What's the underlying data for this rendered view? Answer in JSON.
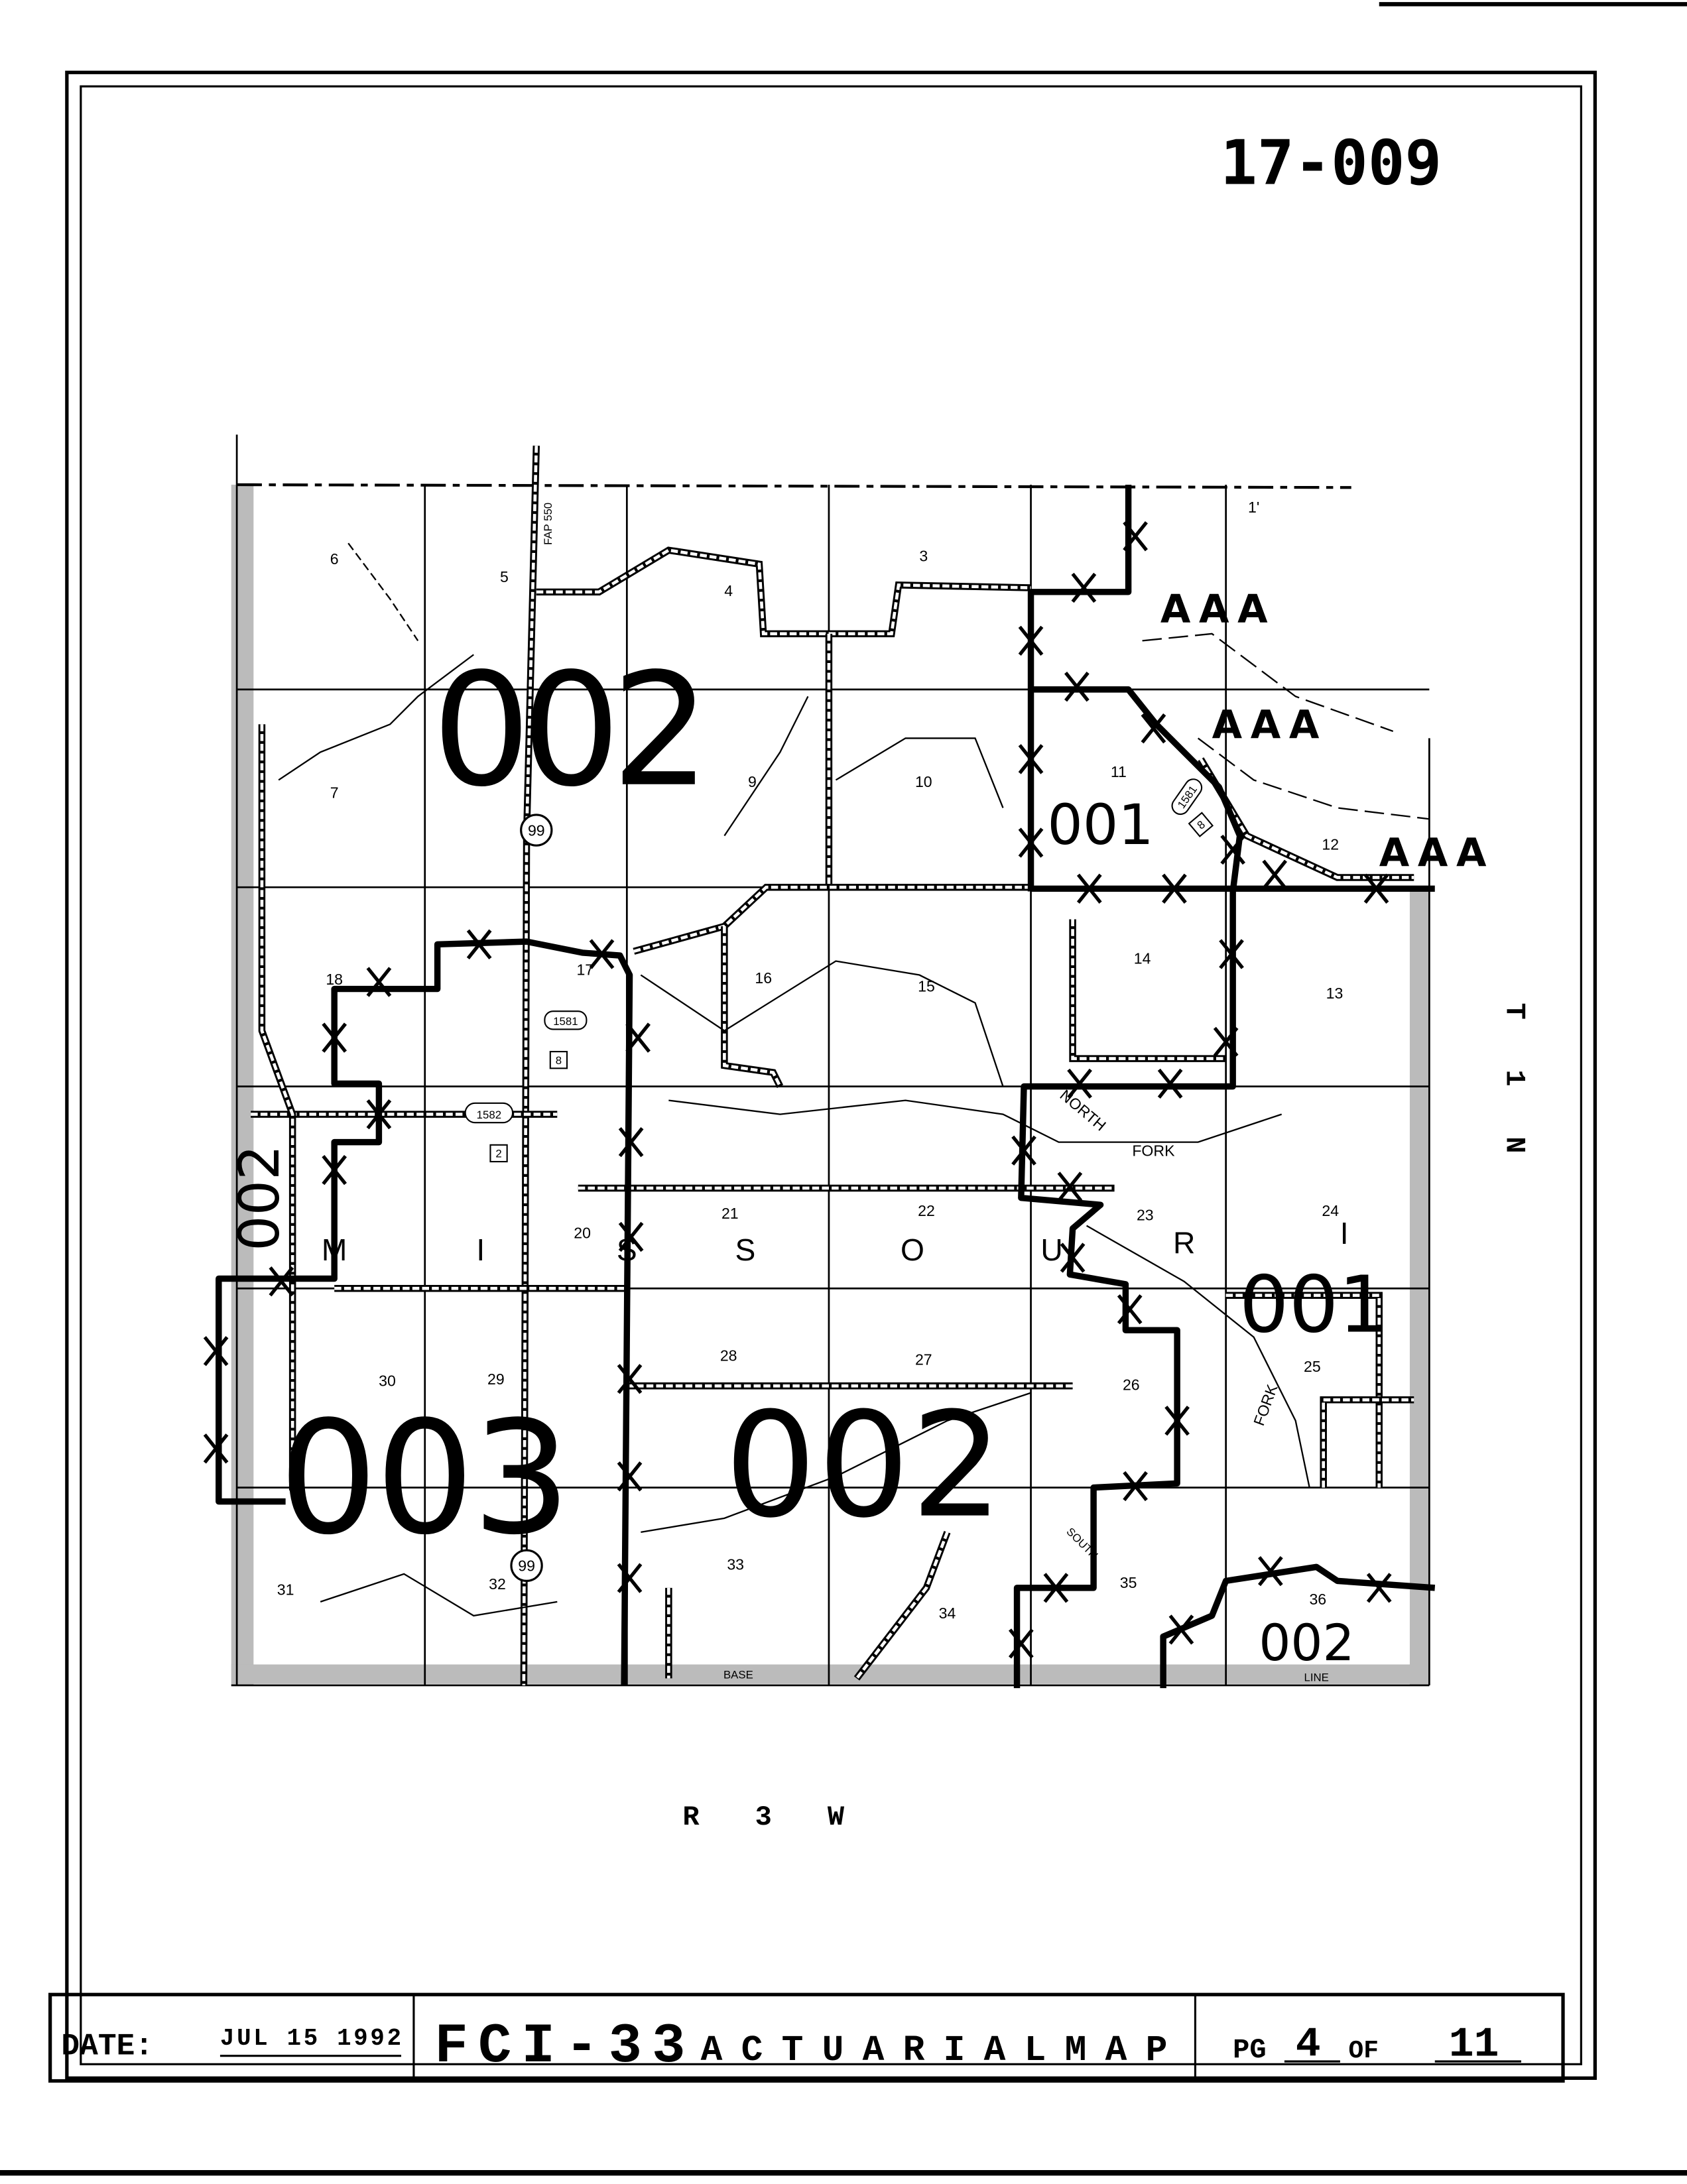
{
  "stamp_number": "17-009",
  "map": {
    "districts": {
      "top_left": "002",
      "bottom_left": "003",
      "bottom_center": "002",
      "upper_right": "001",
      "right": "001",
      "left_vertical": "002",
      "bottom_right": "002"
    },
    "aaa_labels": [
      "AAA",
      "AAA",
      "AAA"
    ],
    "sections": [
      "6",
      "5",
      "4",
      "3",
      "1'",
      "7",
      "9",
      "10",
      "11",
      "12",
      "18",
      "17",
      "16",
      "15",
      "14",
      "13",
      "20",
      "21",
      "22",
      "23",
      "24",
      "30",
      "29",
      "28",
      "27",
      "26",
      "25",
      "31",
      "32",
      "33",
      "34",
      "35",
      "36"
    ],
    "river_letters": [
      "M",
      "I",
      "S",
      "S",
      "O",
      "U",
      "R",
      "I"
    ],
    "river_fork_labels": [
      "NORTH",
      "FORK",
      "FORK",
      "SOUTH"
    ],
    "shields": {
      "route_99_top": "99",
      "route_99_bottom": "99",
      "fap": "FAP 550",
      "road_1581": "1581",
      "road_1582": "1582",
      "road_8": "8",
      "road_2": "2",
      "road_1581_east": "1581",
      "road_8_east": "8"
    },
    "base_line": [
      "BASE",
      "LINE"
    ],
    "township": "T 1 N",
    "range": "R 3 W"
  },
  "footer": {
    "date_label": "DATE:",
    "date_value": "JUL 15 1992",
    "form_code": "FCI-33",
    "form_title": "ACTUARIALMAP",
    "page_label": "PG",
    "page_number": "4",
    "of_label": "OF",
    "page_total": "11"
  }
}
